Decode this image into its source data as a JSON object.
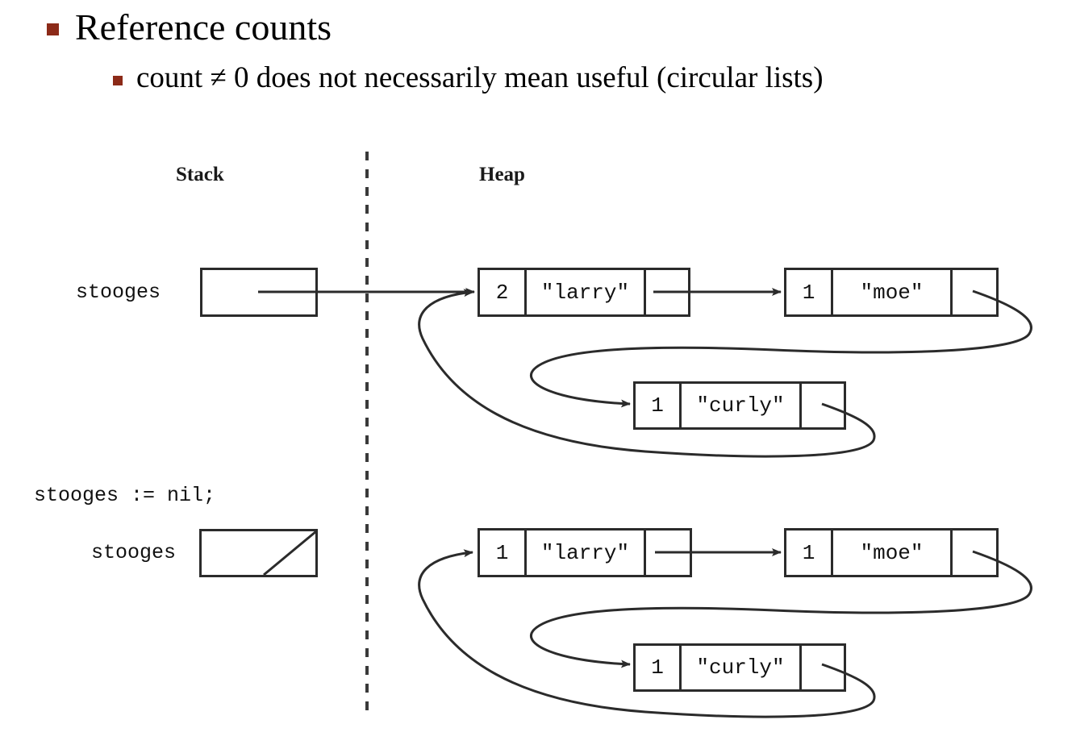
{
  "slide": {
    "bullets": [
      {
        "level": 1,
        "text": "Reference counts"
      },
      {
        "level": 2,
        "text": "count ≠ 0 does not necessarily mean useful (circular lists)"
      }
    ],
    "bullet_color": "#8C2A18"
  },
  "diagram": {
    "column_titles": {
      "stack": "Stack",
      "heap": "Heap"
    },
    "divider": "dashed-vertical-line",
    "top": {
      "stack_var_label": "stooges",
      "nodes": [
        {
          "id": "larry",
          "count": "2",
          "value": "\"larry\""
        },
        {
          "id": "moe",
          "count": "1",
          "value": "\"moe\""
        },
        {
          "id": "curly",
          "count": "1",
          "value": "\"curly\""
        }
      ]
    },
    "statement": "stooges := nil;",
    "bottom": {
      "stack_var_label": "stooges",
      "stack_value": "nil",
      "nodes": [
        {
          "id": "larry",
          "count": "1",
          "value": "\"larry\""
        },
        {
          "id": "moe",
          "count": "1",
          "value": "\"moe\""
        },
        {
          "id": "curly",
          "count": "1",
          "value": "\"curly\""
        }
      ]
    }
  }
}
